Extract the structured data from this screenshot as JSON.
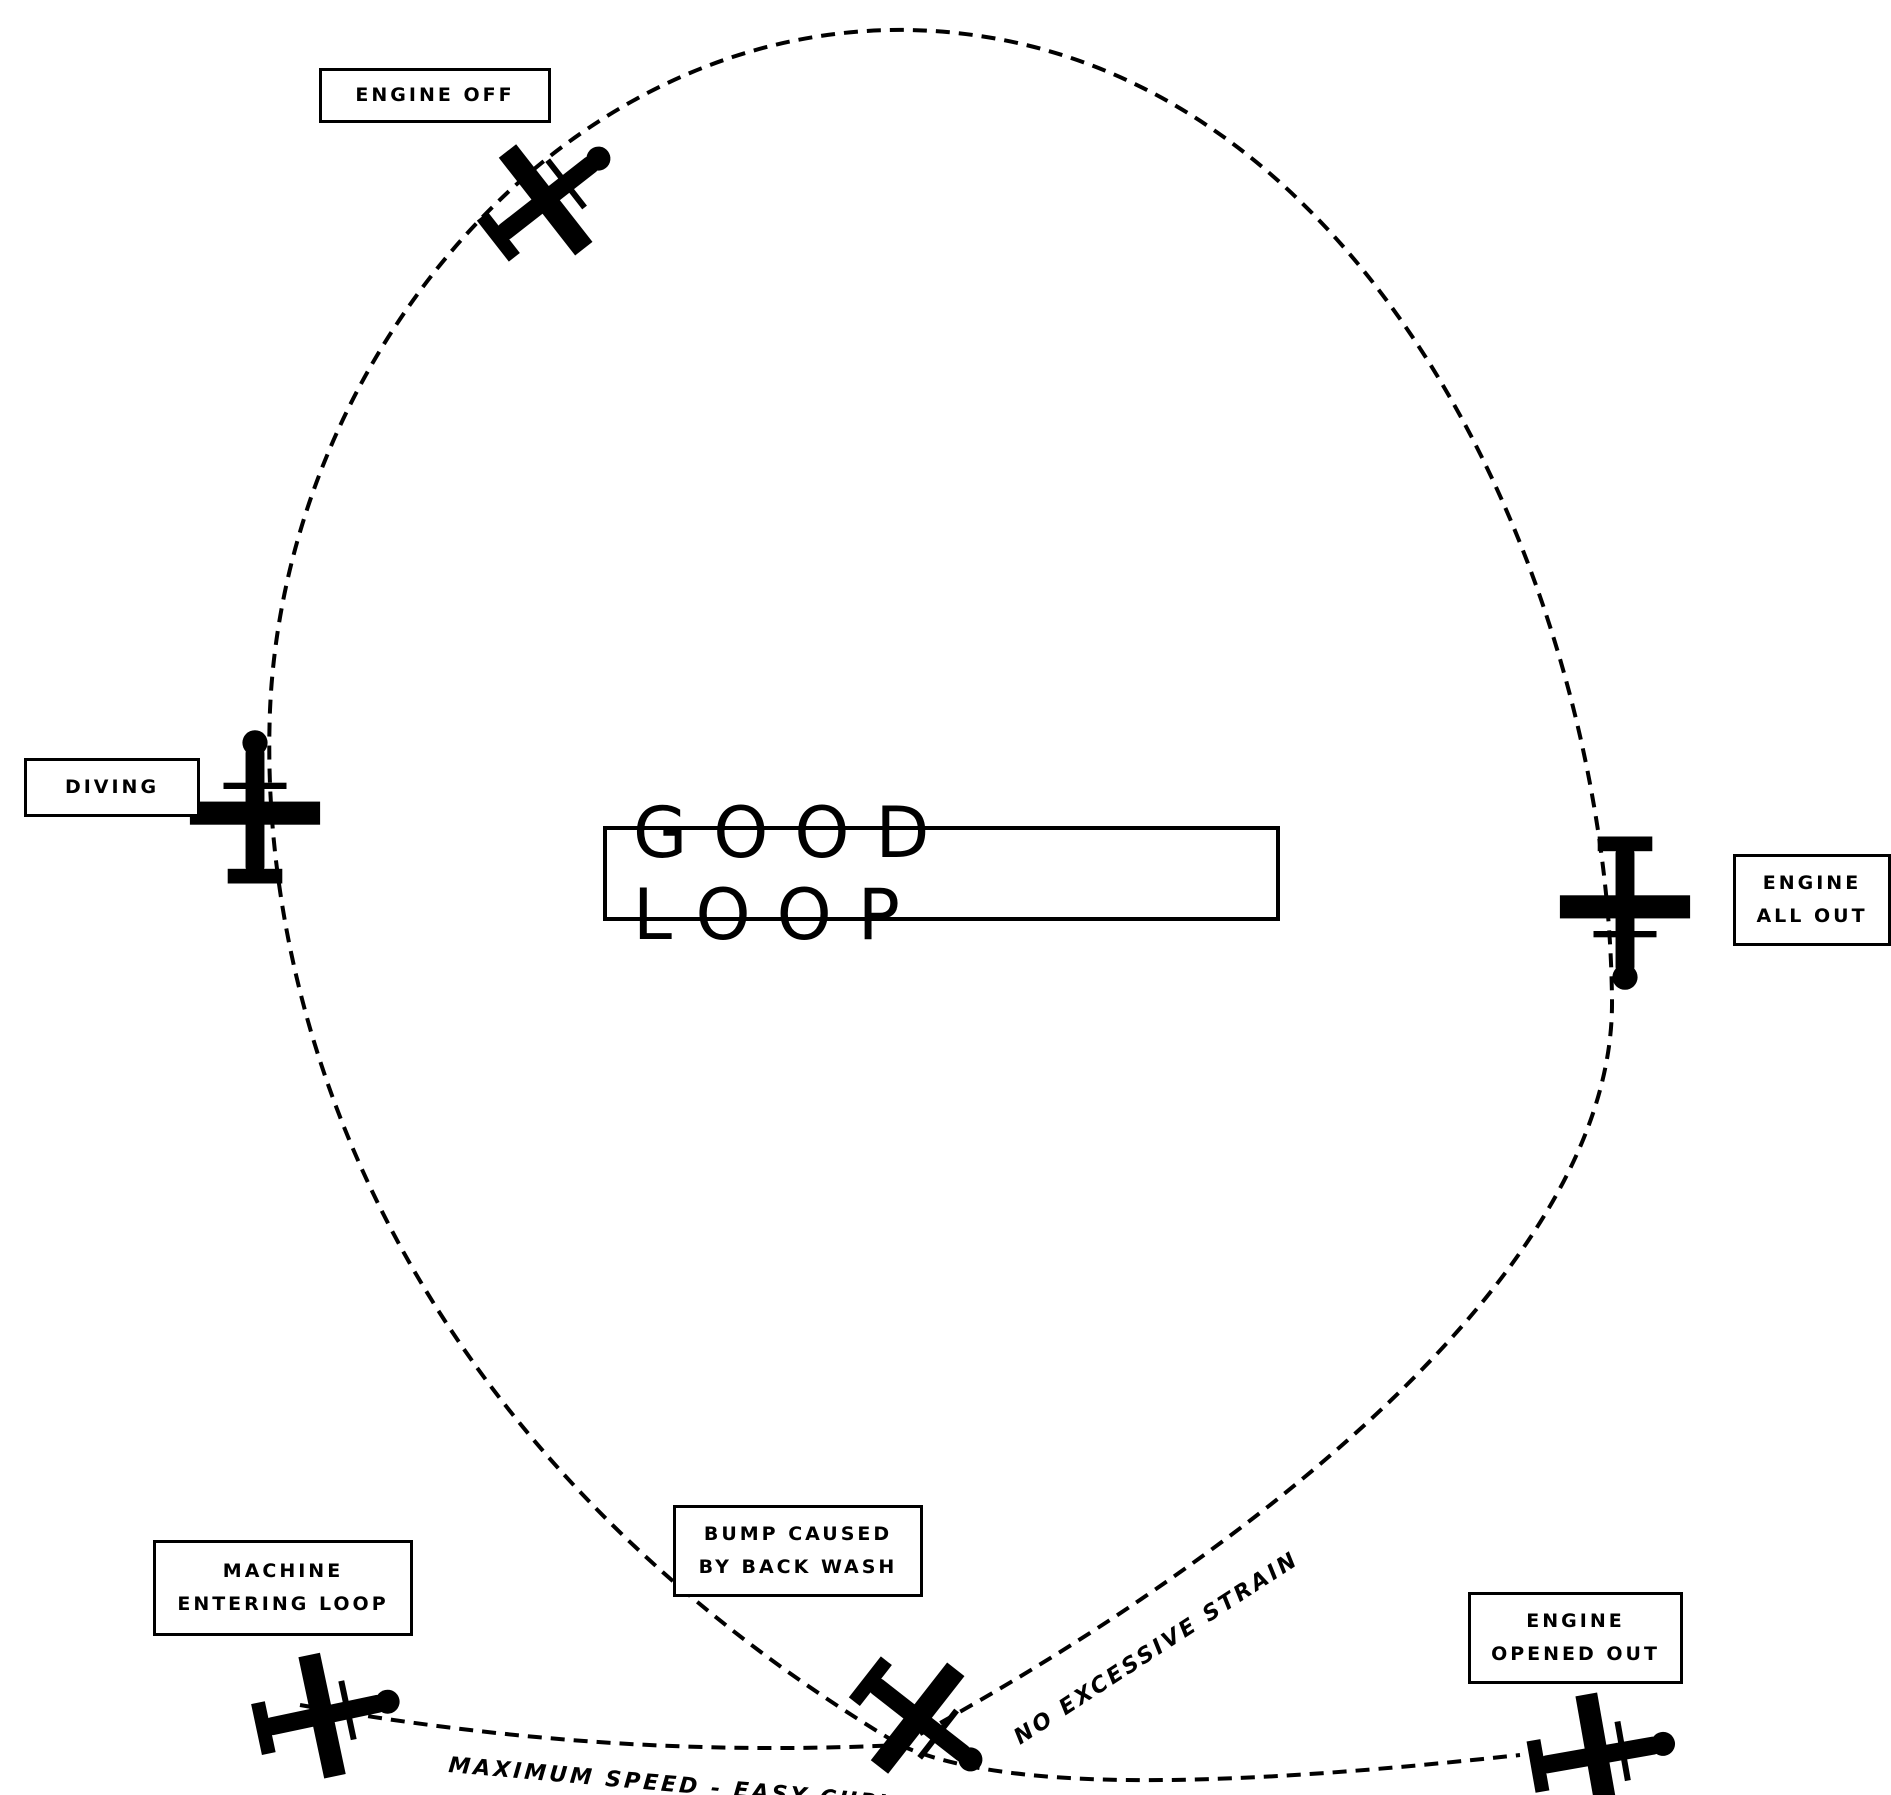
{
  "title": "GOOD LOOP",
  "labels": {
    "engine_off": "ENGINE  OFF",
    "diving": "DIVING",
    "engine_all_out": "ENGINE\nALL  OUT",
    "machine_entering_loop": "MACHINE\nENTERING  LOOP",
    "bump": "BUMP  CAUSED\nBY  BACK  WASH",
    "engine_opened_out": "ENGINE\nOPENED  OUT"
  },
  "path_annotations": {
    "no_excessive_strain": "NO EXCESSIVE STRAIN",
    "maximum_speed": "MAXIMUM SPEED - EASY CURVE"
  },
  "icons": [
    "aircraft-icon"
  ],
  "colors": {
    "ink": "#000000",
    "paper": "#ffffff"
  }
}
